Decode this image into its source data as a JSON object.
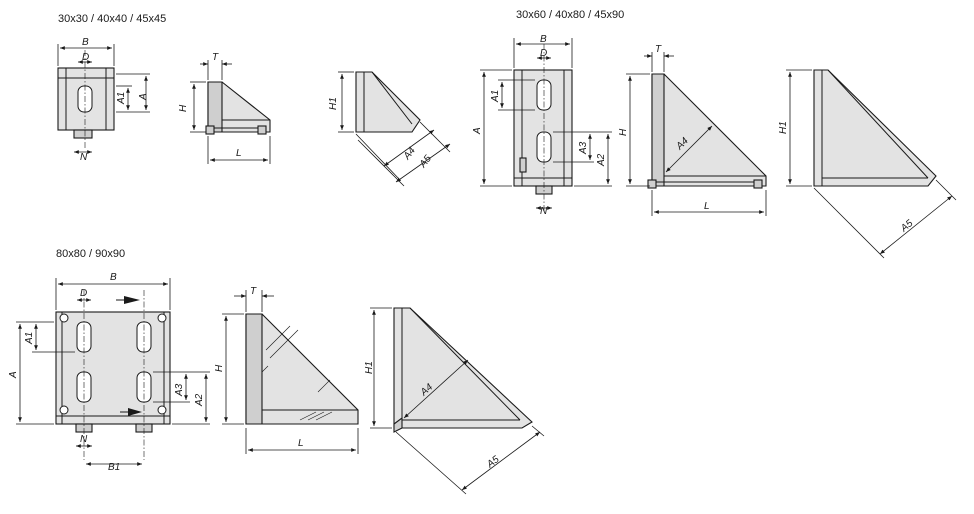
{
  "groups": {
    "small": {
      "title": "30x30 / 40x40 / 45x45"
    },
    "medium": {
      "title": "30x60 / 40x80 / 45x90"
    },
    "large": {
      "title": "80x80 / 90x90"
    }
  },
  "labels": {
    "B": "B",
    "D": "D",
    "A": "A",
    "A1": "A1",
    "A2": "A2",
    "A3": "A3",
    "A4": "A4",
    "A5": "A5",
    "H": "H",
    "H1": "H1",
    "T": "T",
    "L": "L",
    "N": "N",
    "B1": "B1"
  }
}
